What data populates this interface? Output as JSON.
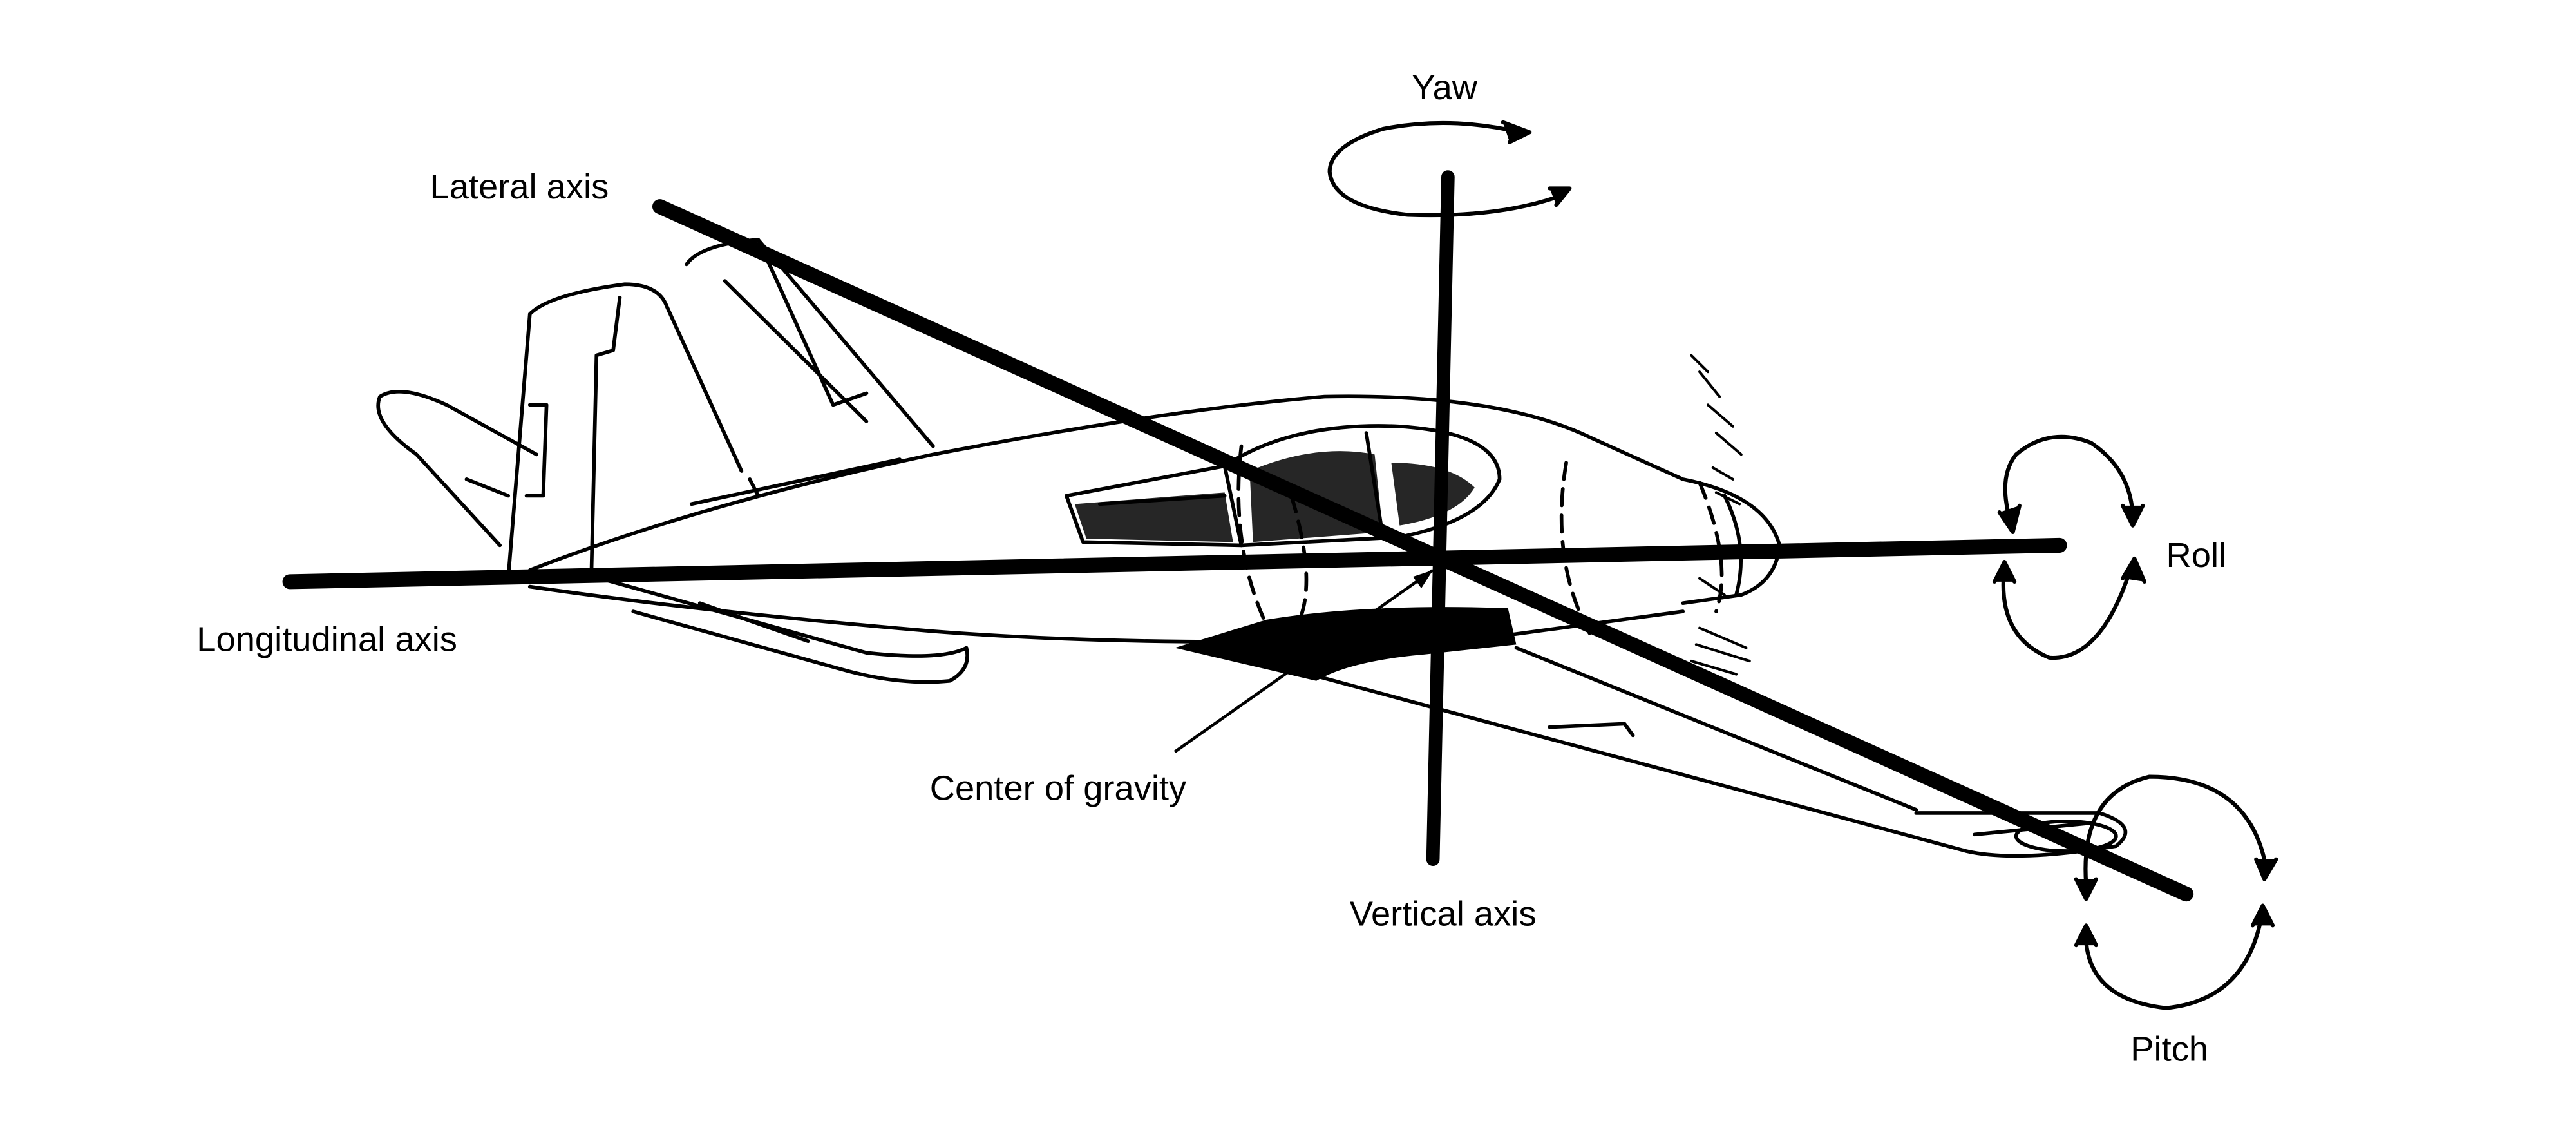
{
  "labels": {
    "yaw": "Yaw",
    "lateral_axis": "Lateral axis",
    "roll": "Roll",
    "longitudinal_axis": "Longitudinal axis",
    "center_of_gravity": "Center of gravity",
    "vertical_axis": "Vertical axis",
    "pitch": "Pitch"
  },
  "colors": {
    "ink": "#000000",
    "background": "#ffffff"
  },
  "icons": {
    "yaw": "curved-rotation-arrow-icon",
    "roll": "circular-rotation-arrows-icon",
    "pitch": "circular-rotation-arrows-icon"
  }
}
